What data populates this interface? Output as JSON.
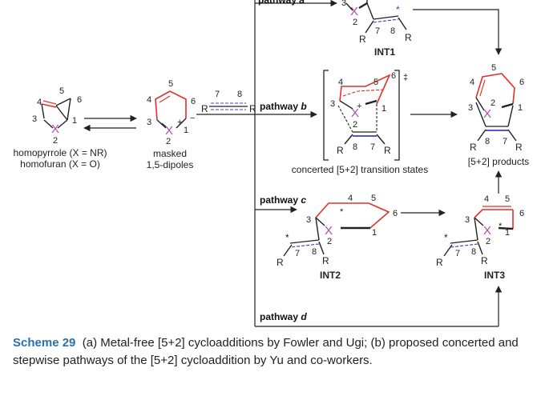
{
  "pathways": {
    "a": {
      "word": "pathway",
      "letter": "a"
    },
    "b": {
      "word": "pathway",
      "letter": "b"
    },
    "c": {
      "word": "pathway",
      "letter": "c"
    },
    "d": {
      "word": "pathway",
      "letter": "d"
    }
  },
  "labels": {
    "homopyrrole": "homopyrrole (X = NR)",
    "homofuran": "homofuran (X = O)",
    "masked_line1": "masked",
    "masked_line2": "1,5-dipoles",
    "transition_states": "concerted [5+2] transition states",
    "products": "[5+2] products",
    "int1": "INT1",
    "int2": "INT2",
    "int3": "INT3",
    "dagger": "‡"
  },
  "atoms": {
    "x": "X",
    "r": "R",
    "plus": "+",
    "minus": "−",
    "star": "*",
    "n1": "1",
    "n2": "2",
    "n3": "3",
    "n4": "4",
    "n5": "5",
    "n6": "6",
    "n7": "7",
    "n8": "8"
  },
  "caption": {
    "scheme": "Scheme 29",
    "text": "(a) Metal-free [5+2] cycloadditions by Fowler and Ugi; (b) proposed concerted and stepwise pathways of the [5+2] cycloaddition by Yu and co-workers."
  },
  "colors": {
    "ring": "#e0312b",
    "alkyne": "#3b3fc4",
    "heteroatom": "#b04ab0",
    "caption_label": "#2a6fb0"
  }
}
